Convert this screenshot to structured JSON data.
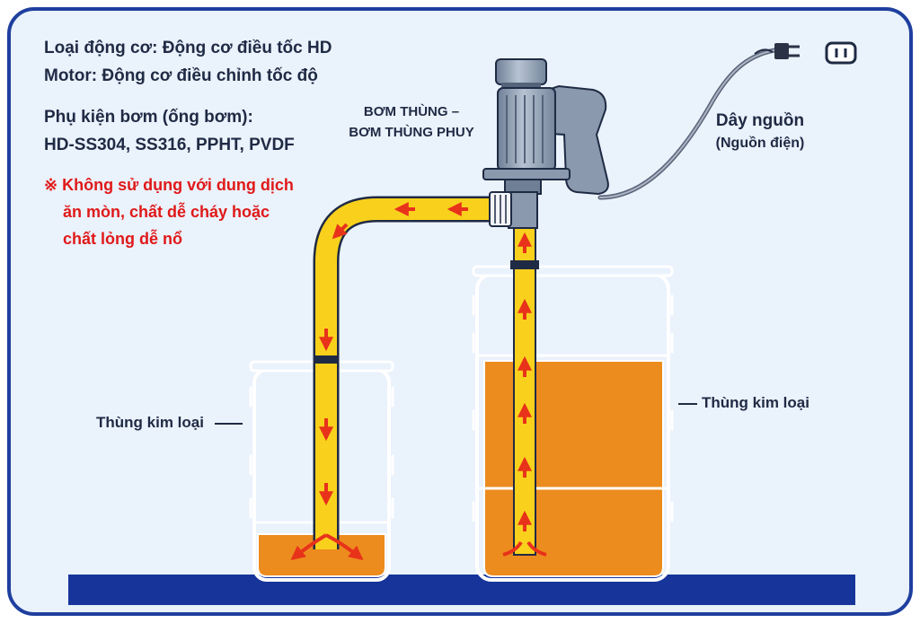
{
  "info": {
    "motor_type_line": "Loại động cơ: Động cơ điều tốc HD",
    "motor_line": "Motor: Động cơ điều chỉnh tốc độ",
    "accessory_heading": "Phụ kiện bơm (ống bơm):",
    "accessory_models": "HD-SS304, SS316, PPHT, PVDF"
  },
  "warning": {
    "line1": "※ Không sử dụng với dung dịch",
    "line2": "ăn mòn, chất dễ cháy hoặc",
    "line3": "chất lỏng dễ nổ"
  },
  "labels": {
    "pump_line1": "BƠM THÙNG –",
    "pump_line2": "BƠM THÙNG PHUY",
    "power_cord": "Dây nguồn",
    "power_source": "(Nguồn điện)",
    "left_drum": "Thùng kim loại",
    "right_drum": "Thùng kim loại"
  },
  "colors": {
    "frame_border": "#1f3f9e",
    "panel_background": "#eaf2fc",
    "floor": "#16349a",
    "liquid": "#ec8c1e",
    "tube": "#f9d11c",
    "flow_arrow": "#e8321a",
    "warning_text": "#e01919",
    "text": "#1f2a44",
    "drum_outline": "#ffffff",
    "motor": "#8a99ad"
  },
  "icons": {
    "outlet": "power-outlet-icon",
    "plug": "power-plug-icon",
    "flow": "flow-arrow-icon"
  }
}
